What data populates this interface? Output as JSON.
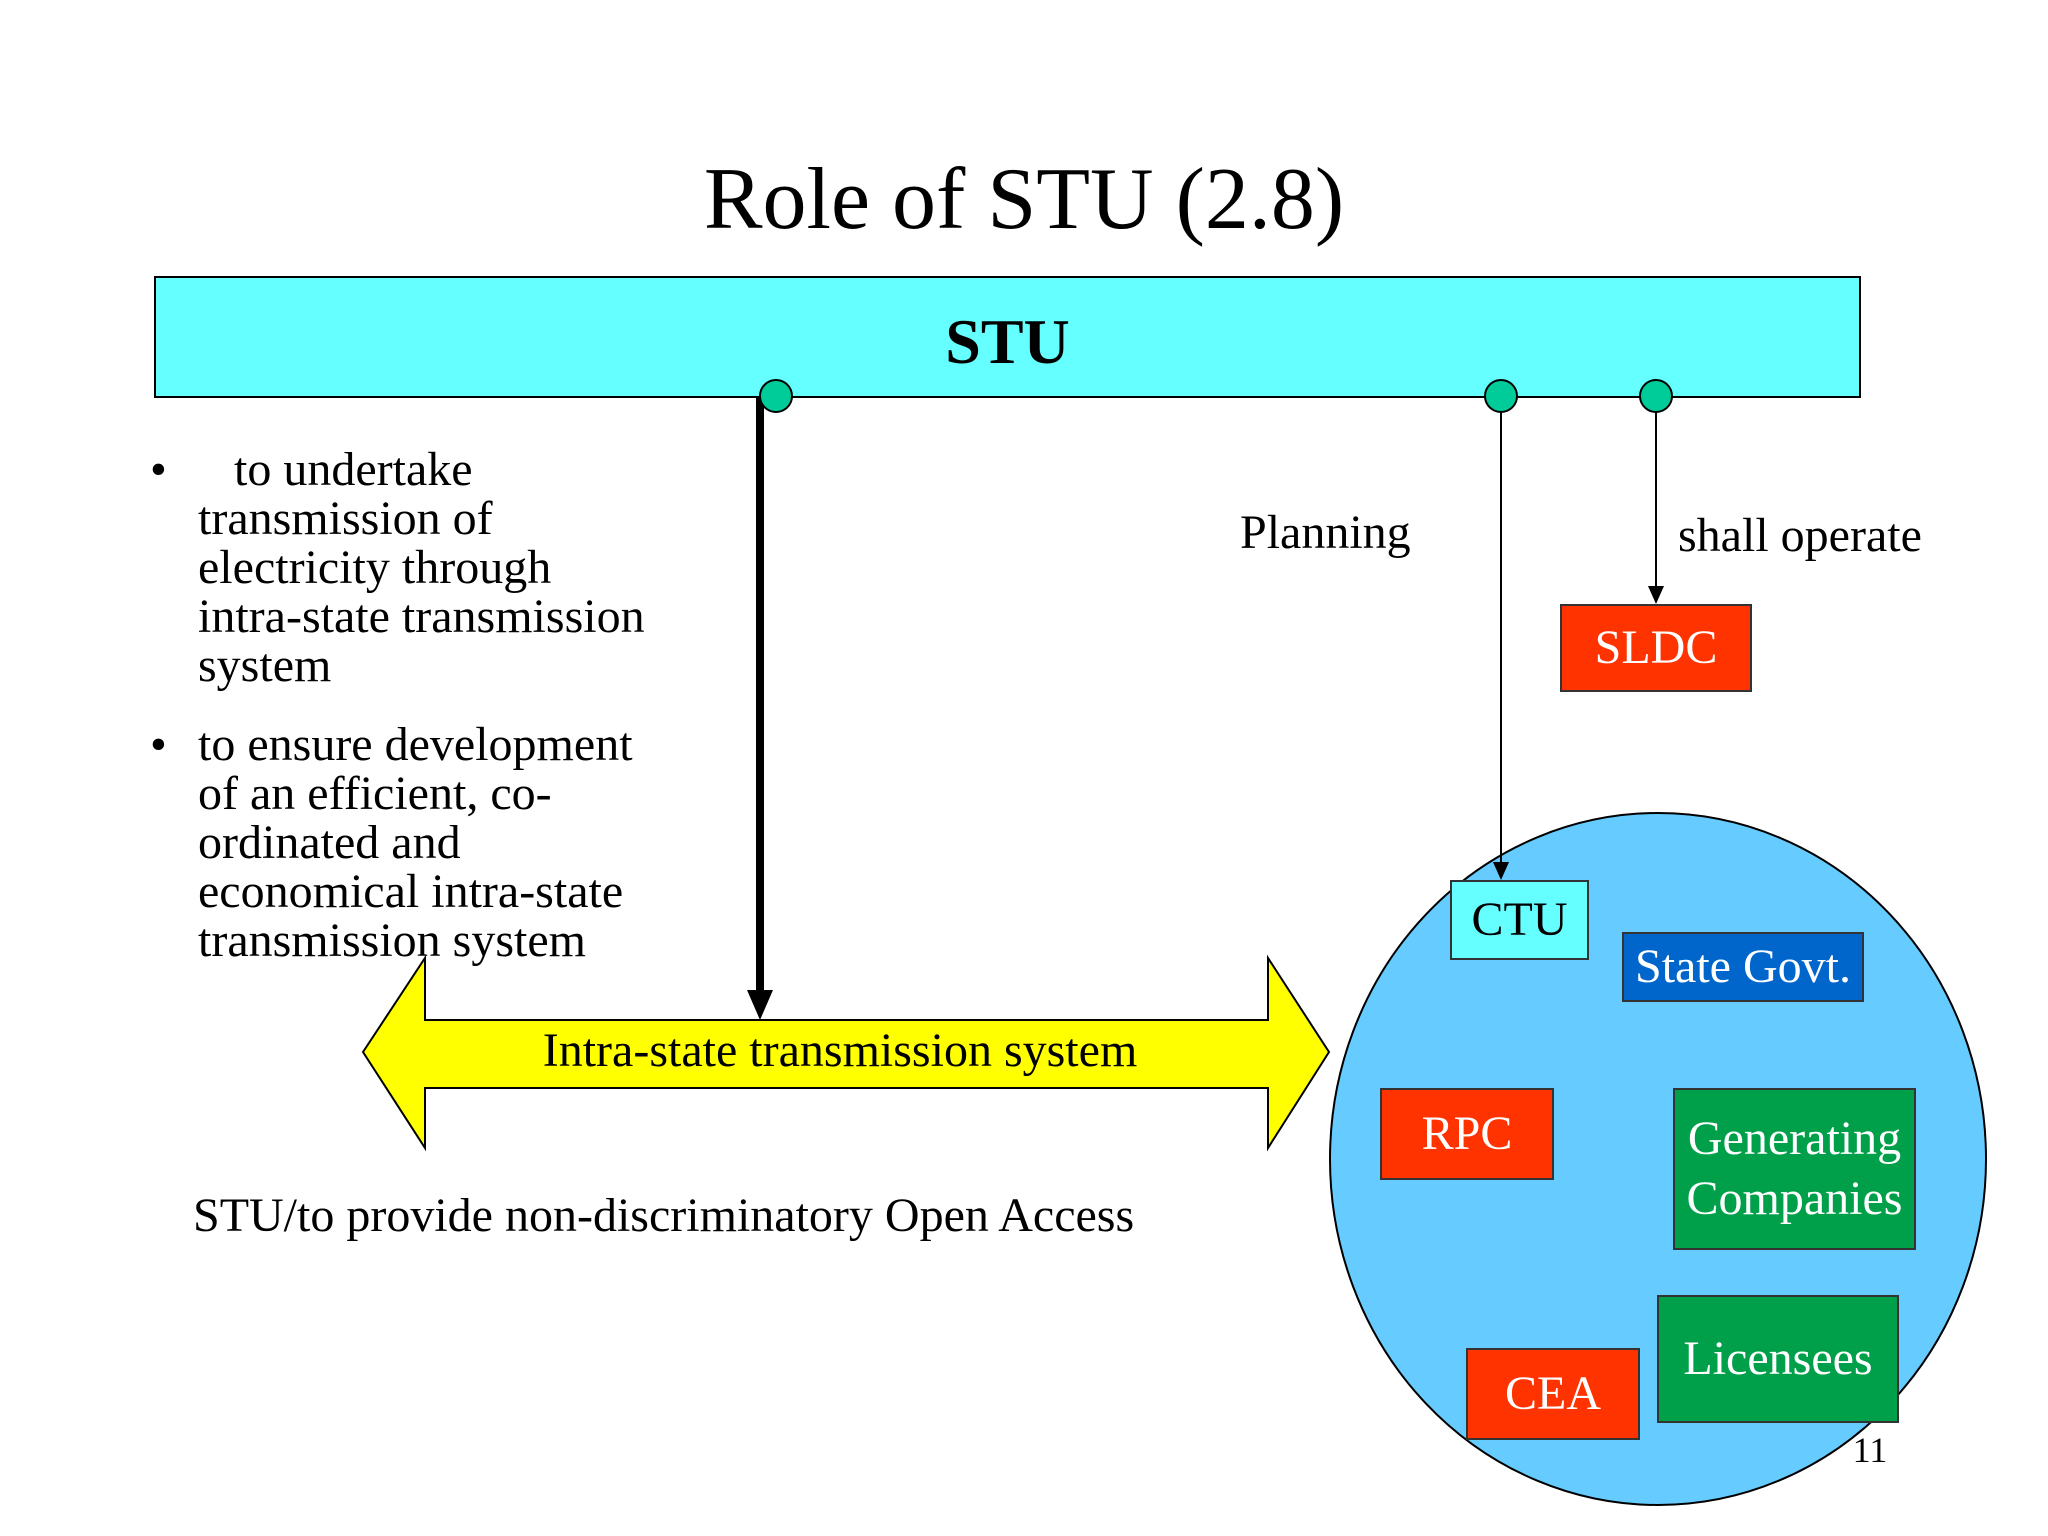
{
  "slide": {
    "title": "Role of STU (2.8)",
    "page_number": "11"
  },
  "stu_bar": {
    "label": "STU",
    "color": "#66ffff"
  },
  "bullets": [
    {
      "lines": [
        "to undertake",
        "transmission of",
        "electricity through",
        "intra-state transmission",
        "system"
      ]
    },
    {
      "lines": [
        "to ensure development",
        "of an efficient, co-",
        "ordinated and",
        "economical intra-state",
        "transmission system"
      ]
    }
  ],
  "connectors": {
    "planning_label": "Planning",
    "operate_label": "shall operate"
  },
  "intra_state_arrow": {
    "label": "Intra-state transmission system",
    "color": "#ffff00"
  },
  "open_access_text": "STU/to provide non-discriminatory Open Access",
  "boxes": {
    "sldc": "SLDC",
    "ctu": "CTU",
    "state_govt": "State Govt.",
    "rpc": "RPC",
    "generating_companies": [
      "Generating",
      "Companies"
    ],
    "cea": "CEA",
    "licensees": "Licensees"
  },
  "colors": {
    "circle": "#66ccff",
    "node": "#00cc99",
    "red_box": "#ff3300",
    "blue_box": "#0066cc",
    "green_box": "#00a04a"
  }
}
